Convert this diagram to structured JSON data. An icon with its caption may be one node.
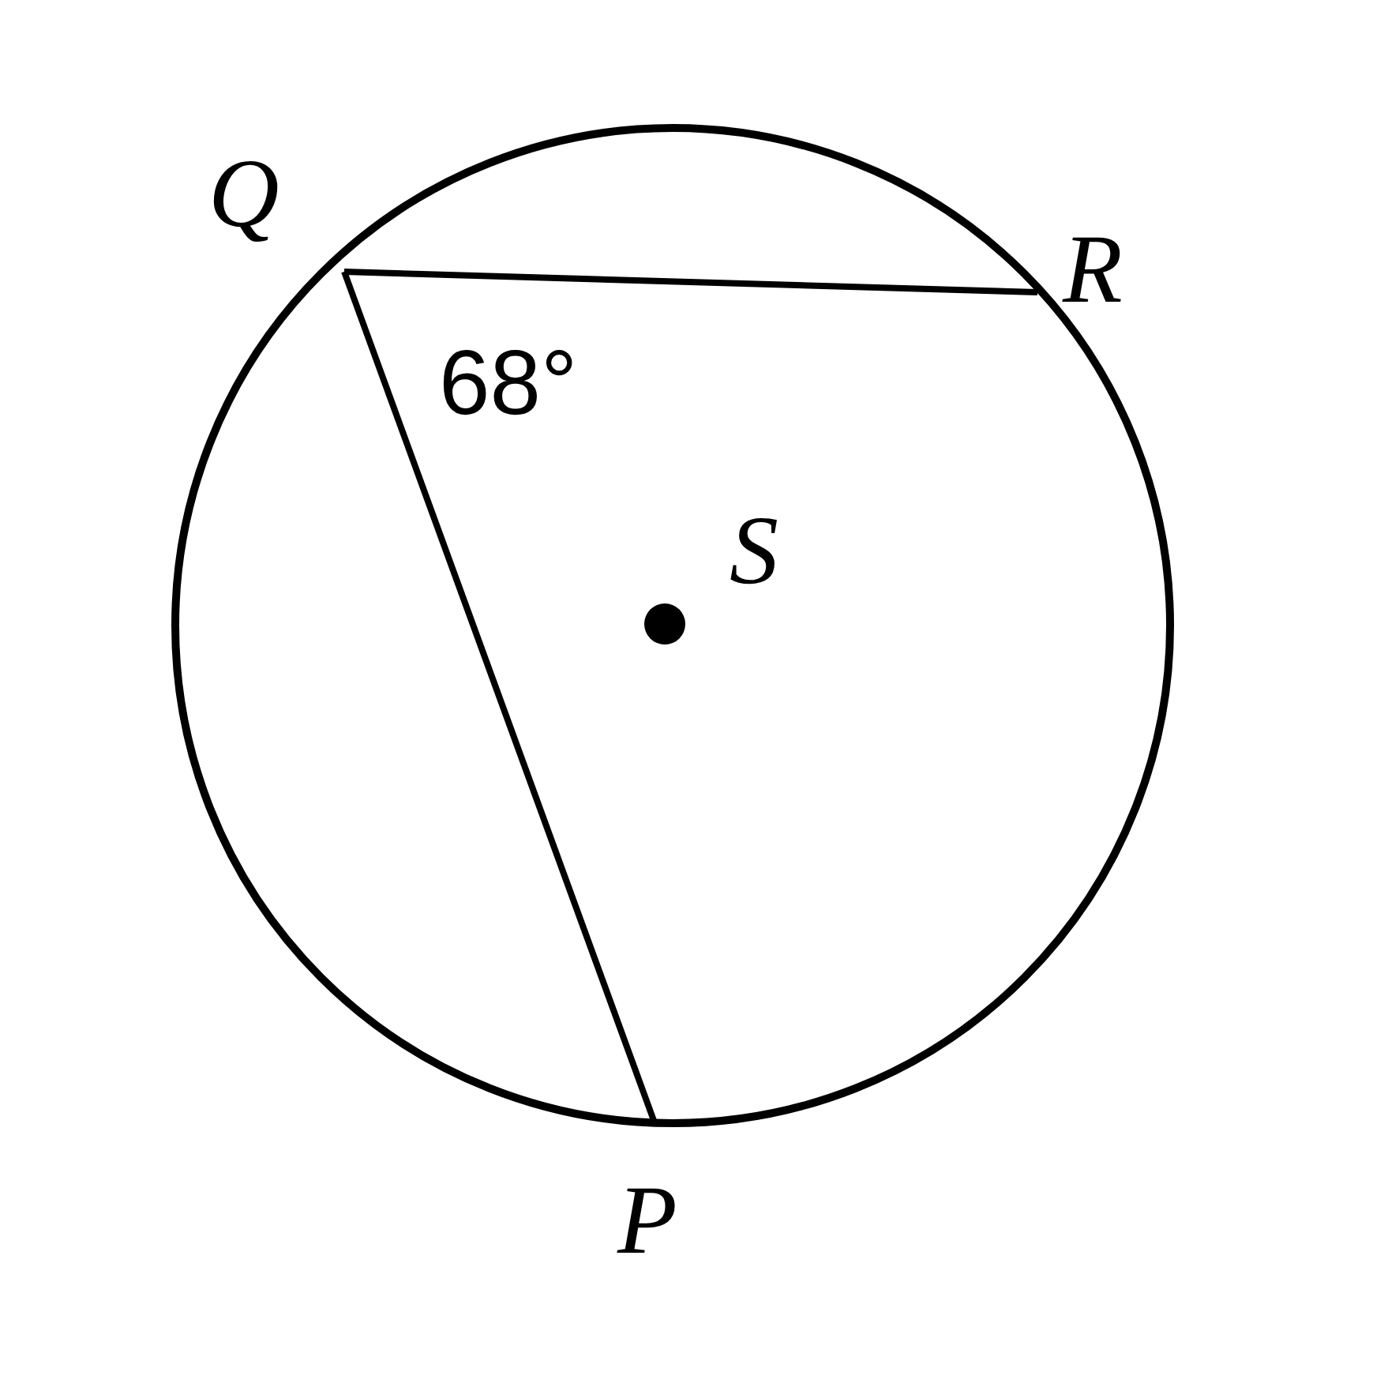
{
  "diagram": {
    "nodes": [
      {
        "text": [
          "Q"
        ]
      },
      {
        "text": [
          "R"
        ]
      },
      {
        "text": [
          "P"
        ]
      }
    ],
    "edges": [
      {
        "from": 0,
        "to": 1,
        "arrow": "none"
      },
      {
        "from": 0,
        "to": 2,
        "arrow": "none"
      }
    ],
    "labels": [
      "68°",
      "S"
    ]
  }
}
